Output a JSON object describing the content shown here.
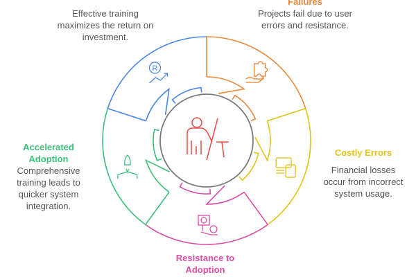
{
  "colors": {
    "blue": "#4a86e8",
    "orange": "#e8883a",
    "yellow": "#e2c31a",
    "pink": "#d94fa5",
    "green": "#3dbf7a",
    "center": "#7a7a7a",
    "figure": "#e8524a",
    "text": "#555555"
  },
  "segments": [
    {
      "id": "roi",
      "color": "blue",
      "icon": "roi-growth-icon",
      "title": "",
      "body": "Effective training maximizes the return on investment."
    },
    {
      "id": "failures",
      "color": "orange",
      "icon": "puzzle-hand-icon",
      "title": "Failures",
      "body": "Projects fail due to user errors and resistance."
    },
    {
      "id": "costly",
      "color": "yellow",
      "icon": "money-calculator-icon",
      "title": "Costly Errors",
      "body": "Financial losses occur from incorrect system usage."
    },
    {
      "id": "resistance",
      "color": "pink",
      "icon": "blocked-person-icon",
      "title": "Resistance to Adoption",
      "body": ""
    },
    {
      "id": "adoption",
      "color": "green",
      "icon": "rocket-launch-icon",
      "title": "Accelerated Adoption",
      "body": "Comprehensive training leads to quicker system integration."
    }
  ],
  "center": {
    "icon": "trainer-presenting-icon"
  }
}
